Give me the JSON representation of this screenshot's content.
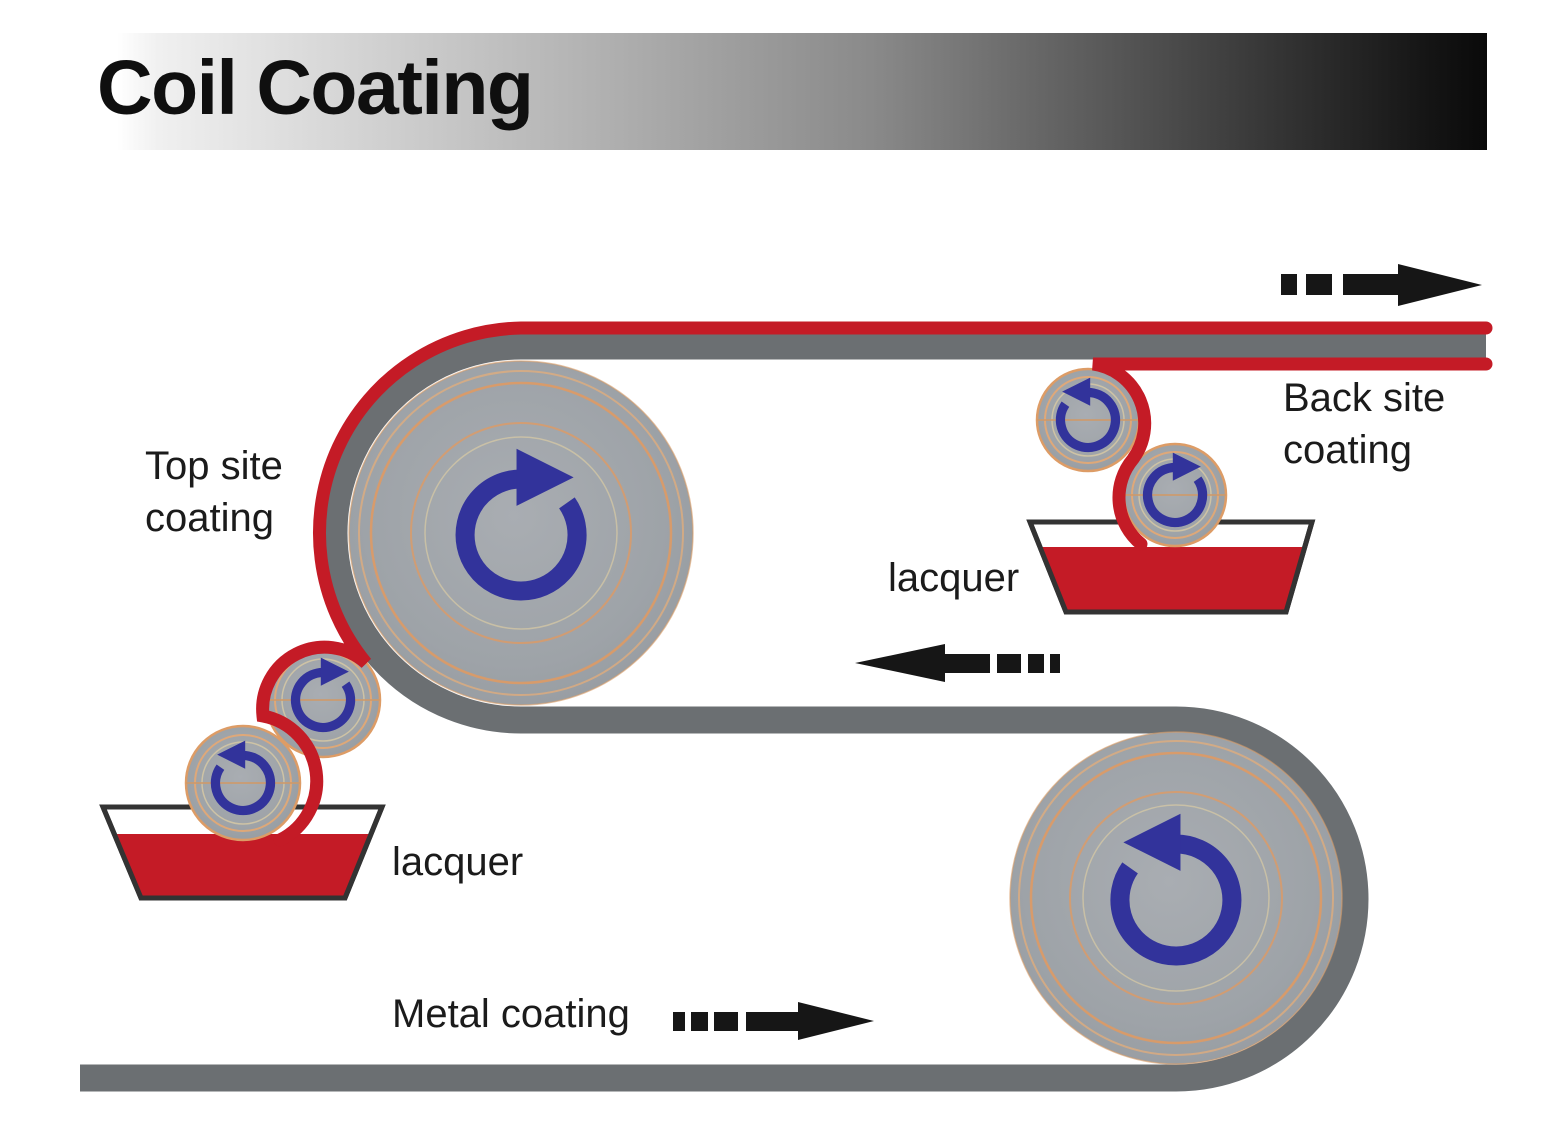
{
  "title": "Coil Coating",
  "labels": {
    "top_site": {
      "line1": "Top site",
      "line2": "coating"
    },
    "back_site": {
      "line1": "Back site",
      "line2": "coating"
    },
    "lacquer_left": "lacquer",
    "lacquer_right": "lacquer",
    "metal_coating": "Metal coating"
  },
  "colors": {
    "lacquer_red": "#c41b26",
    "strip_gray": "#6b6f72",
    "roller_gray": "#9ea3a8",
    "rotation_arrow_blue": "#32339b",
    "flow_arrow_black": "#161616",
    "coil_ring_orange": "#e29a60",
    "tray_outline": "#333333",
    "title_gradient_start": "#ffffff",
    "title_gradient_end": "#0a0a0a"
  },
  "icons": {
    "rotation_cw": "clockwise-rotation-icon",
    "rotation_ccw": "counterclockwise-rotation-icon",
    "flow_arrow": "dashed-arrow-icon"
  }
}
